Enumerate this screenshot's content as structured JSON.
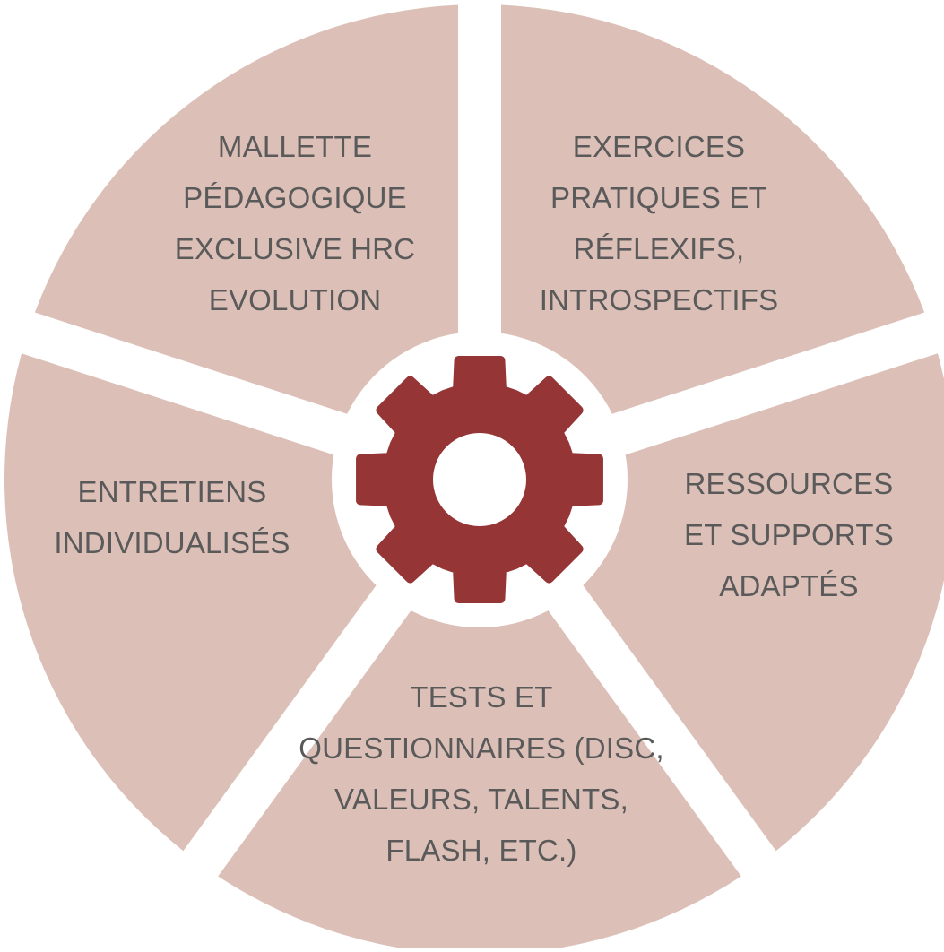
{
  "diagram": {
    "colors": {
      "segment_fill": "#dcc0b8",
      "gap_fill": "#ffffff",
      "gear_fill": "#963536",
      "label_text": "#5b5a5a"
    },
    "center_icon": "gear-icon",
    "segments": [
      {
        "id": "mallette",
        "lines": [
          "MALLETTE",
          "PÉDAGOGIQUE",
          "EXCLUSIVE HRC",
          "EVOLUTION"
        ]
      },
      {
        "id": "exercices",
        "lines": [
          "EXERCICES",
          "PRATIQUES ET",
          "RÉFLEXIFS,",
          "INTROSPECTIFS"
        ]
      },
      {
        "id": "ressources",
        "lines": [
          "RESSOURCES",
          "ET SUPPORTS",
          "ADAPTÉS"
        ]
      },
      {
        "id": "tests",
        "lines": [
          "TESTS ET",
          "QUESTIONNAIRES (DISC,",
          "VALEURS, TALENTS,",
          "FLASH, ETC.)"
        ]
      },
      {
        "id": "entretiens",
        "lines": [
          "ENTRETIENS",
          "INDIVIDUALISÉS"
        ]
      }
    ]
  }
}
